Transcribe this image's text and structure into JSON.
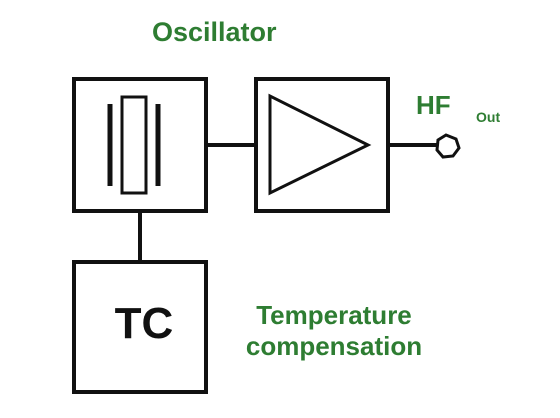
{
  "title": "Oscillator",
  "output": {
    "label": "HF",
    "subscript": "Out"
  },
  "tc_block": {
    "label": "TC"
  },
  "temp_comp": {
    "line1": "Temperature",
    "line2": "compensation"
  },
  "colors": {
    "label_green": "#2e7d32",
    "stroke": "#111111"
  },
  "icons": [
    "crystal-icon",
    "amplifier-triangle-icon",
    "output-terminal-icon"
  ]
}
